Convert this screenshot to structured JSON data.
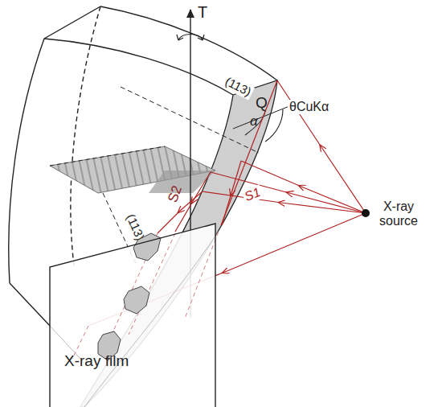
{
  "diagram": {
    "nodes": [
      {
        "text": [
          "X-ray film"
        ]
      }
    ],
    "labels": [
      "T",
      "(113)",
      "(113)",
      "Q",
      "α",
      "θCuKα",
      "S2",
      "S1",
      "X-ray source"
    ]
  }
}
